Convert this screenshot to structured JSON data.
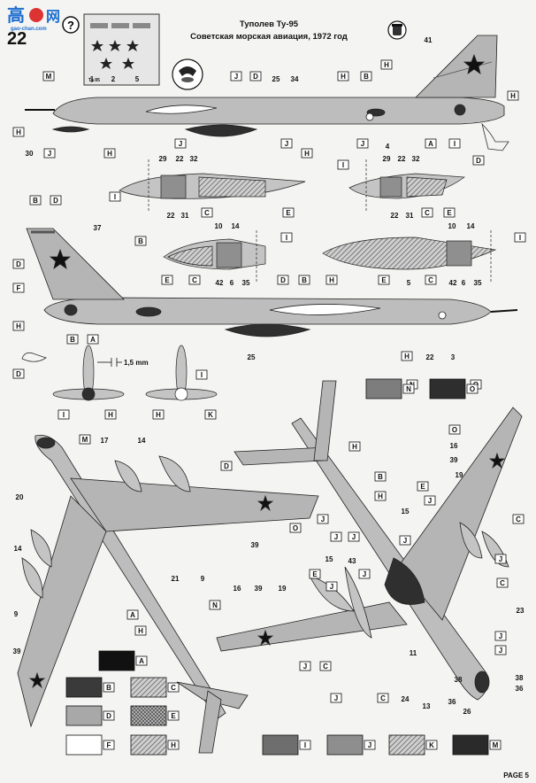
{
  "title": {
    "line1": "Туполев Ту-95",
    "line2": "Советская морская авиация, 1972 год"
  },
  "watermark": {
    "main": "高",
    "brand": "网",
    "site": "gao-chan.com"
  },
  "badge": {
    "number": "22",
    "help": "?",
    "thumb_caption": "Ту-95"
  },
  "page": "PAGE 5",
  "dimension": "1,5 mm",
  "callouts": {
    "1": "1",
    "2": "2",
    "3": "3",
    "4": "4",
    "5": "5",
    "6": "6",
    "9": "9",
    "10": "10",
    "11": "11",
    "13": "13",
    "14": "14",
    "15": "15",
    "16": "16",
    "17": "17",
    "19": "19",
    "20": "20",
    "21": "21",
    "22": "22",
    "23": "23",
    "24": "24",
    "25": "25",
    "26": "26",
    "29": "29",
    "30": "30",
    "31": "31",
    "32": "32",
    "34": "34",
    "35": "35",
    "36": "36",
    "37": "37",
    "38": "38",
    "39": "39",
    "41": "41",
    "42": "42",
    "43": "43"
  },
  "letters": {
    "A": "A",
    "B": "B",
    "C": "C",
    "D": "D",
    "E": "E",
    "F": "F",
    "H": "H",
    "I": "I",
    "J": "J",
    "K": "K",
    "M": "M",
    "N": "N",
    "O": "O"
  },
  "legend": [
    {
      "code": "A",
      "color": "#111111",
      "pattern": "solid"
    },
    {
      "code": "B",
      "color": "#3a3a3a",
      "pattern": "solid"
    },
    {
      "code": "C",
      "color": "#9a9a9a",
      "pattern": "hatch"
    },
    {
      "code": "D",
      "color": "#a8a8a8",
      "pattern": "solid"
    },
    {
      "code": "E",
      "color": "#6a6a6a",
      "pattern": "cross"
    },
    {
      "code": "F",
      "color": "#ffffff",
      "pattern": "solid"
    },
    {
      "code": "H",
      "color": "#7a7a7a",
      "pattern": "hatch"
    },
    {
      "code": "I",
      "color": "#6e6e6e",
      "pattern": "solid"
    },
    {
      "code": "J",
      "color": "#8e8e8e",
      "pattern": "solid"
    },
    {
      "code": "K",
      "color": "#5a5a5a",
      "pattern": "hatch"
    },
    {
      "code": "M",
      "color": "#2a2a2a",
      "pattern": "solid"
    },
    {
      "code": "N",
      "color": "#7d7d7d",
      "pattern": "solid"
    },
    {
      "code": "O",
      "color": "#2e2e2e",
      "pattern": "solid"
    }
  ],
  "colors": {
    "aircraft": "#b9b9b9",
    "aircraft_dark": "#8c8c8c",
    "radome": "#2b2b2b",
    "white_panel": "#ffffff",
    "star": "#111111",
    "line": "#222222"
  },
  "icons": [
    "help-icon",
    "paint-tin-icon",
    "prop-icon"
  ]
}
